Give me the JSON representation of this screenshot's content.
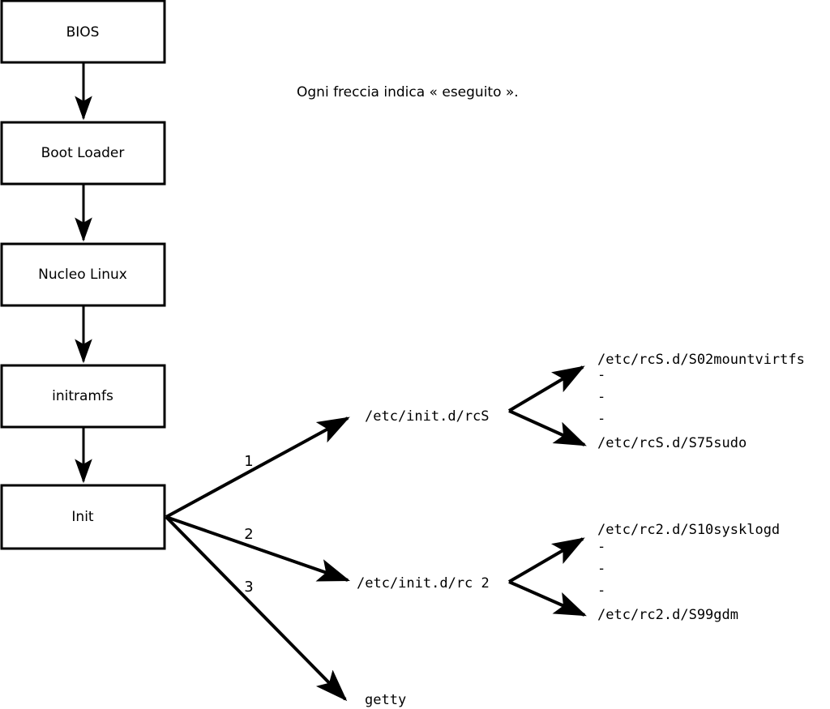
{
  "diagram": {
    "caption": "Ogni freccia indica « eseguito ».",
    "colors": {
      "background": "#ffffff",
      "stroke": "#000000",
      "text": "#000000"
    },
    "boot_chain": [
      {
        "id": "bios",
        "label": "BIOS"
      },
      {
        "id": "boot-loader",
        "label": "Boot Loader"
      },
      {
        "id": "kernel",
        "label": "Nucleo Linux"
      },
      {
        "id": "initramfs",
        "label": "initramfs"
      },
      {
        "id": "init",
        "label": "Init"
      }
    ],
    "init_branches": [
      {
        "number": "1",
        "target": "/etc/init.d/rcS"
      },
      {
        "number": "2",
        "target": "/etc/init.d/rc 2"
      },
      {
        "number": "3",
        "target": "getty"
      }
    ],
    "rcs_scripts": {
      "first": "/etc/rcS.d/S02mountvirtfs",
      "ellipsis": [
        "-",
        "-",
        "-"
      ],
      "last": "/etc/rcS.d/S75sudo"
    },
    "rc2_scripts": {
      "first": "/etc/rc2.d/S10sysklogd",
      "ellipsis": [
        "-",
        "-",
        "-"
      ],
      "last": "/etc/rc2.d/S99gdm"
    }
  }
}
